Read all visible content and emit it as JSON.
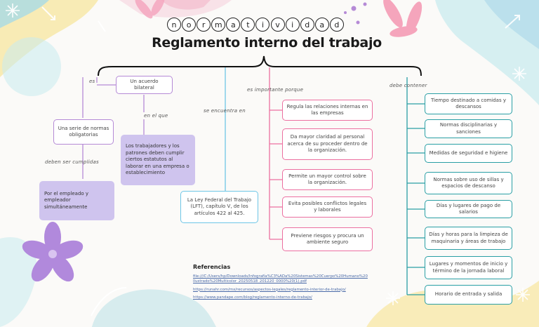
{
  "title_word": "Normatividad",
  "subtitle": "Reglamento interno del trabajo",
  "connectors": {
    "es": "es",
    "en_el_que": "en el que",
    "deben_ser_cumplidas": "deben ser cumplidas",
    "se_encuentra_en": "se encuentra en",
    "es_importante_porque": "es importante porque",
    "debe_contener": "debe contener"
  },
  "boxes": {
    "acuerdo": "Un acuerdo bilateral",
    "normas": "Una serie de normas obligatorias",
    "trabajadores": "Los trabajadores y los patrones deben cumplir ciertos estatutos al laborar en una empresa o establecimiento",
    "empleado": "Por el empleado y empleador simultáneamente",
    "ley": "La Ley Federal del Trabajo (LFT), capítulo V, de los artículos 422 al 425.",
    "importancia": [
      "Regula las relaciones internas en las empresas",
      "Da mayor claridad al personal acerca de su proceder dentro de la organización.",
      "Permite un mayor control sobre la organización.",
      "Evita posibles conflictos legales y laborales",
      "Previene riesgos y procura un ambiente seguro"
    ],
    "contenido": [
      "Tiempo destinado a comidas y descansos",
      "Normas disciplinarias y sanciones",
      "Medidas de seguridad e higiene",
      "Normas sobre uso de sillas y espacios de descanso",
      "Días y lugares de pago de salarios",
      "Días y horas para la limpieza de maquinaria y áreas de trabajo",
      "Lugares y momentos de inicio y término de la jornada laboral",
      "Horario de entrada y salida"
    ]
  },
  "references": {
    "title": "Referencias",
    "items": [
      "file:///C:/Users/hp/Downloads/Infografía%C3%ADa%20Sistemas%20Cuerpo%20Humano%20Ilustrado%20Multicolor_20250518_201220_0000%20(1).pdf",
      "https://runahr.com/mx/recursos/aspectos-legales/reglamento-interior-de-trabajo/",
      "https://www.pandape.com/blog/reglamento-interno-de-trabajo/"
    ]
  },
  "colors": {
    "purple": "#b58ad6",
    "pink": "#ec6fa0",
    "blue": "#6ec6e6",
    "teal": "#2a9fa5",
    "lavender_fill": "#cfc4ee"
  }
}
